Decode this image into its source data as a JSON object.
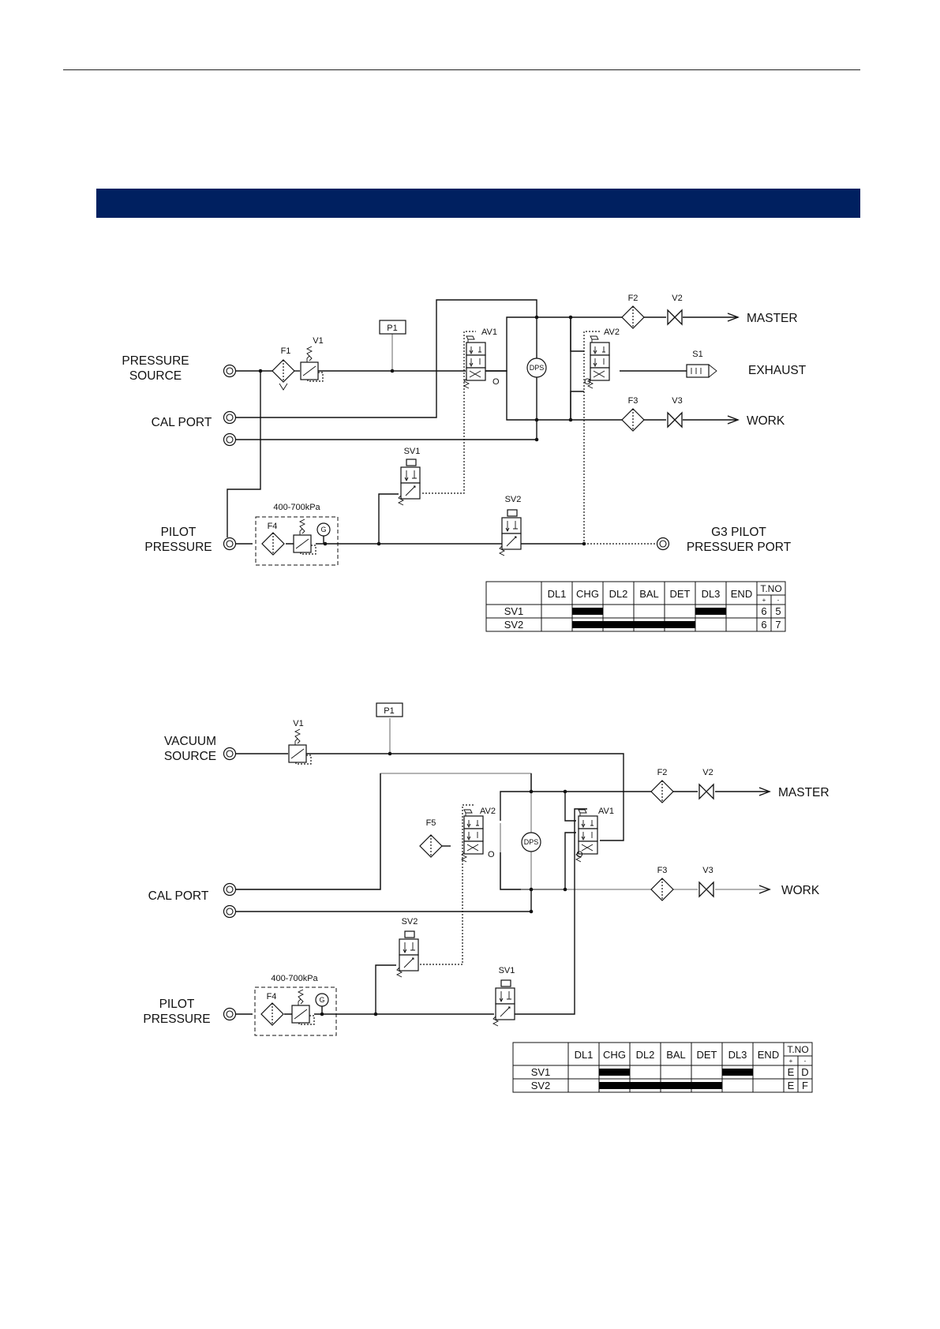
{
  "header": {
    "section_bar_color": "#002060"
  },
  "pressure": {
    "labels": {
      "pressure_source_1": "PRESSURE",
      "pressure_source_2": "SOURCE",
      "cal_port": "CAL PORT",
      "pilot_1": "PILOT",
      "pilot_2": "PRESSURE",
      "master": "MASTER",
      "exhaust": "EXHAUST",
      "work": "WORK",
      "g3_1": "G3 PILOT",
      "g3_2": "PRESSUER PORT",
      "range": "400-700kPa"
    },
    "components": {
      "f1": "F1",
      "v1": "V1",
      "p1": "P1",
      "av1": "AV1",
      "av2": "AV2",
      "dps": "DPS",
      "f2": "F2",
      "v2": "V2",
      "s1": "S1",
      "f3": "F3",
      "v3": "V3",
      "sv1": "SV1",
      "sv2": "SV2",
      "f4": "F4",
      "g": "G"
    },
    "table": {
      "headers": [
        "",
        "DL1",
        "CHG",
        "DL2",
        "BAL",
        "DET",
        "DL3",
        "END"
      ],
      "tno": "T.NO",
      "plus": "+",
      "minus": "-",
      "rows": [
        {
          "name": "SV1",
          "active": [
            false,
            true,
            false,
            false,
            false,
            true,
            false
          ],
          "plus": "6",
          "minus": "5"
        },
        {
          "name": "SV2",
          "active": [
            false,
            true,
            true,
            true,
            true,
            false,
            false
          ],
          "plus": "6",
          "minus": "7"
        }
      ]
    }
  },
  "vacuum": {
    "labels": {
      "vacuum_source_1": "VACUUM",
      "vacuum_source_2": "SOURCE",
      "cal_port": "CAL PORT",
      "pilot_1": "PILOT",
      "pilot_2": "PRESSURE",
      "master": "MASTER",
      "work": "WORK",
      "range": "400-700kPa"
    },
    "components": {
      "v1": "V1",
      "p1": "P1",
      "f5": "F5",
      "av2": "AV2",
      "av1": "AV1",
      "dps": "DPS",
      "f2": "F2",
      "v2": "V2",
      "f3": "F3",
      "v3": "V3",
      "sv2": "SV2",
      "sv1": "SV1",
      "f4": "F4",
      "g": "G"
    },
    "table": {
      "headers": [
        "",
        "DL1",
        "CHG",
        "DL2",
        "BAL",
        "DET",
        "DL3",
        "END"
      ],
      "tno": "T.NO",
      "plus": "+",
      "minus": "-",
      "rows": [
        {
          "name": "SV1",
          "active": [
            false,
            true,
            false,
            false,
            false,
            true,
            false
          ],
          "plus": "E",
          "minus": "D"
        },
        {
          "name": "SV2",
          "active": [
            false,
            true,
            true,
            true,
            true,
            false,
            false
          ],
          "plus": "E",
          "minus": "F"
        }
      ]
    }
  }
}
